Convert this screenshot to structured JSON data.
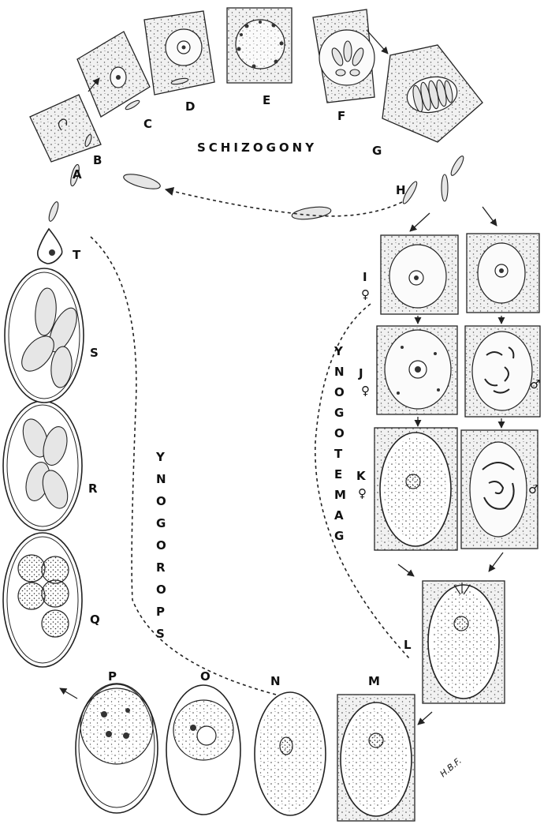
{
  "stage_labels": {
    "A": "A",
    "B": "B",
    "C": "C",
    "D": "D",
    "E": "E",
    "F": "F",
    "G": "G",
    "H": "H",
    "I": "I",
    "J": "J",
    "K": "K",
    "L": "L",
    "M": "M",
    "N": "N",
    "O": "O",
    "P": "P",
    "Q": "Q",
    "R": "R",
    "S": "S",
    "T": "T"
  },
  "phases": {
    "schizogony": "SCHIZOGONY",
    "gametogony": [
      "G",
      "A",
      "M",
      "E",
      "T",
      "O",
      "G",
      "O",
      "N",
      "Y"
    ],
    "sporogony": [
      "S",
      "P",
      "O",
      "R",
      "O",
      "G",
      "O",
      "N",
      "Y"
    ]
  },
  "sex_symbols": {
    "female": "♀",
    "male": "♂"
  },
  "signature": "H.B.F."
}
